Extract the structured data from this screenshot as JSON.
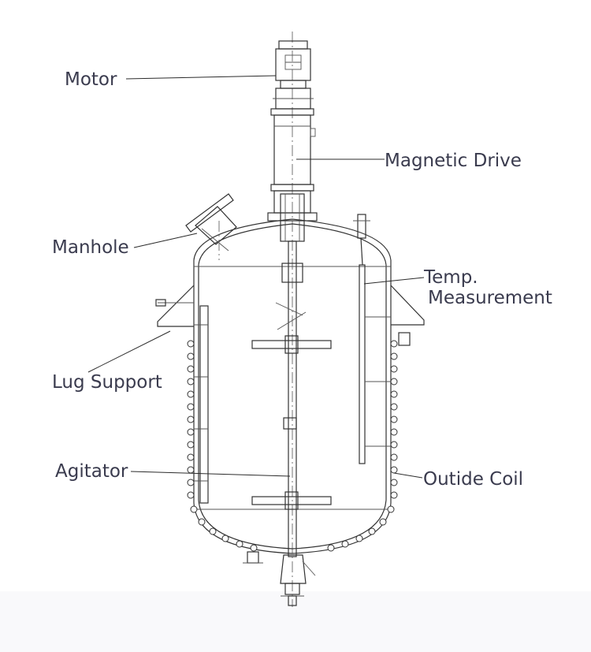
{
  "labels": {
    "motor": "Motor",
    "magnetic_drive": "Magnetic Drive",
    "manhole": "Manhole",
    "temp_line1": "Temp.",
    "temp_line2": "Measurement",
    "lug_support": "Lug Support",
    "agitator": "Agitator",
    "outside_coil": "Outide Coil"
  },
  "colors": {
    "label_text": "#3a3b4e",
    "line": "#333333",
    "background": "#ffffff"
  }
}
